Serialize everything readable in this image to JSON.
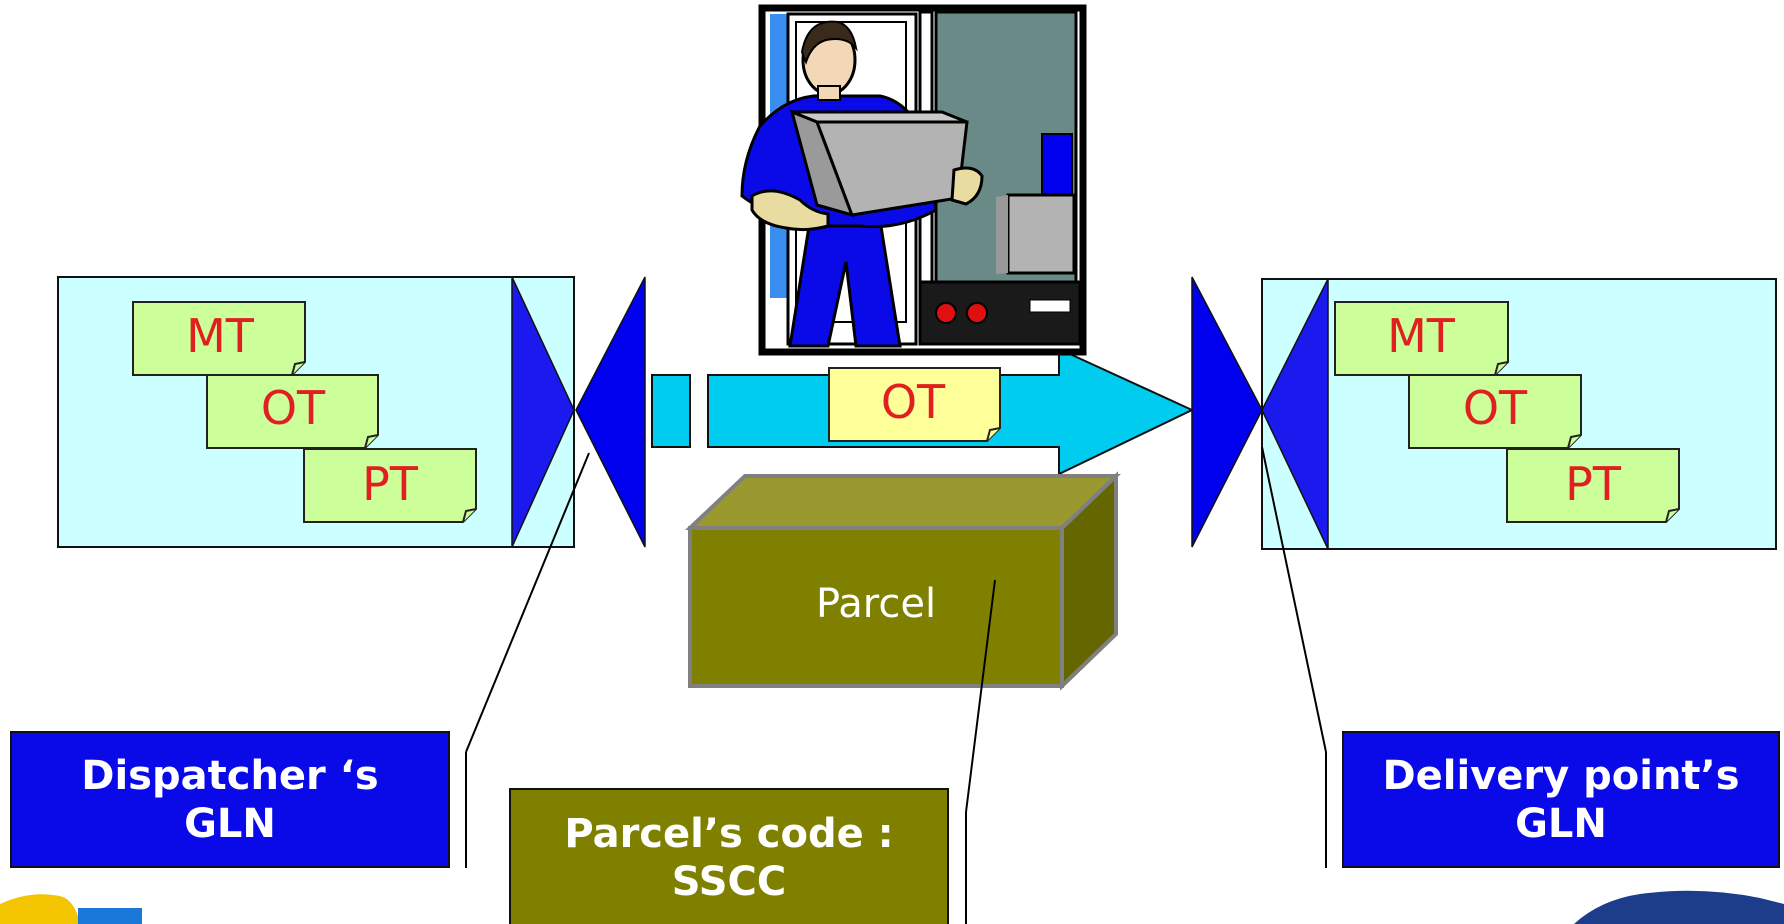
{
  "dispatcher_notes": [
    "MT",
    "OT",
    "PT"
  ],
  "delivery_notes": [
    "MT",
    "OT",
    "PT"
  ],
  "transit_note": "OT",
  "parcel_label": "Parcel",
  "dispatcher_label": "Dispatcher ‘s\nGLN",
  "delivery_label": "Delivery point’s\nGLN",
  "sscc_label": "Parcel’s code :\nSSCC",
  "colors": {
    "panel": "#ccffff",
    "note": "#ccff99",
    "note_transit": "#ffff99",
    "arrow": "#00ccf0",
    "funnel": "#0000ee",
    "label_blue": "#0a0ae8",
    "parcel": "#808000"
  }
}
